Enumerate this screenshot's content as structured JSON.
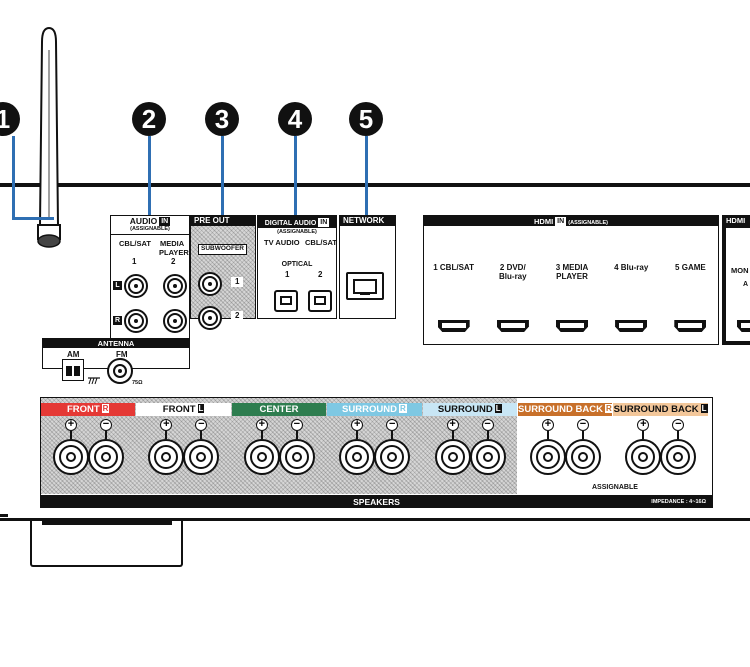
{
  "callouts": [
    "1",
    "2",
    "3",
    "4",
    "5"
  ],
  "audio_in": {
    "title": "AUDIO",
    "badge": "IN",
    "sub": "(ASSIGNABLE)",
    "col1_name": "CBL/SAT",
    "col1_num": "1",
    "col2_name_line1": "MEDIA",
    "col2_name_line2": "PLAYER",
    "col2_num": "2",
    "left_mark": "L",
    "right_mark": "R"
  },
  "pre_out": {
    "title": "PRE OUT",
    "sub_label": "SUBWOOFER",
    "port1": "1",
    "port2": "2"
  },
  "digital_audio": {
    "title": "DIGITAL AUDIO",
    "badge": "IN",
    "sub": "(ASSIGNABLE)",
    "col1_name": "TV AUDIO",
    "col2_name": "CBL/SAT",
    "optical": "OPTICAL",
    "num1": "1",
    "num2": "2"
  },
  "network": {
    "title": "NETWORK"
  },
  "hdmi_in": {
    "title": "HDMI",
    "badge": "IN",
    "sub": "(ASSIGNABLE)",
    "ports": [
      {
        "num": "1",
        "line1": "CBL/SAT",
        "line2": ""
      },
      {
        "num": "2",
        "line1": "DVD/",
        "line2": "Blu-ray"
      },
      {
        "num": "3",
        "line1": "MEDIA",
        "line2": "PLAYER"
      },
      {
        "num": "4",
        "line1": "Blu-ray",
        "line2": ""
      },
      {
        "num": "5",
        "line1": "GAME",
        "line2": ""
      }
    ]
  },
  "hdmi_out": {
    "title": "HDMI",
    "line1": "MON",
    "line2": "A"
  },
  "antenna": {
    "title": "ANTENNA",
    "am": "AM",
    "fm": "FM",
    "impedance": "75Ω"
  },
  "speakers": {
    "title": "SPEAKERS",
    "impedance_note": "IMPEDANCE : 4~16Ω",
    "assignable": "ASSIGNABLE",
    "plus": "+",
    "minus": "−",
    "groups": [
      {
        "label": "FRONT",
        "badge": "R",
        "color": "#e53935",
        "text_color": "#ffffff"
      },
      {
        "label": "FRONT",
        "badge": "L",
        "color": "#ffffff",
        "text_color": "#111111"
      },
      {
        "label": "CENTER",
        "badge": "",
        "color": "#2e7d4f",
        "text_color": "#ffffff"
      },
      {
        "label": "SURROUND",
        "badge": "R",
        "color": "#7ec8e3",
        "text_color": "#ffffff"
      },
      {
        "label": "SURROUND",
        "badge": "L",
        "color": "#c8e6f5",
        "text_color": "#111111"
      },
      {
        "label": "SURROUND BACK",
        "badge": "R",
        "color": "#c8702a",
        "text_color": "#ffffff"
      },
      {
        "label": "SURROUND BACK",
        "badge": "L",
        "color": "#f3c79a",
        "text_color": "#111111"
      }
    ]
  },
  "colors": {
    "callout_leader": "#2f6fb3"
  }
}
